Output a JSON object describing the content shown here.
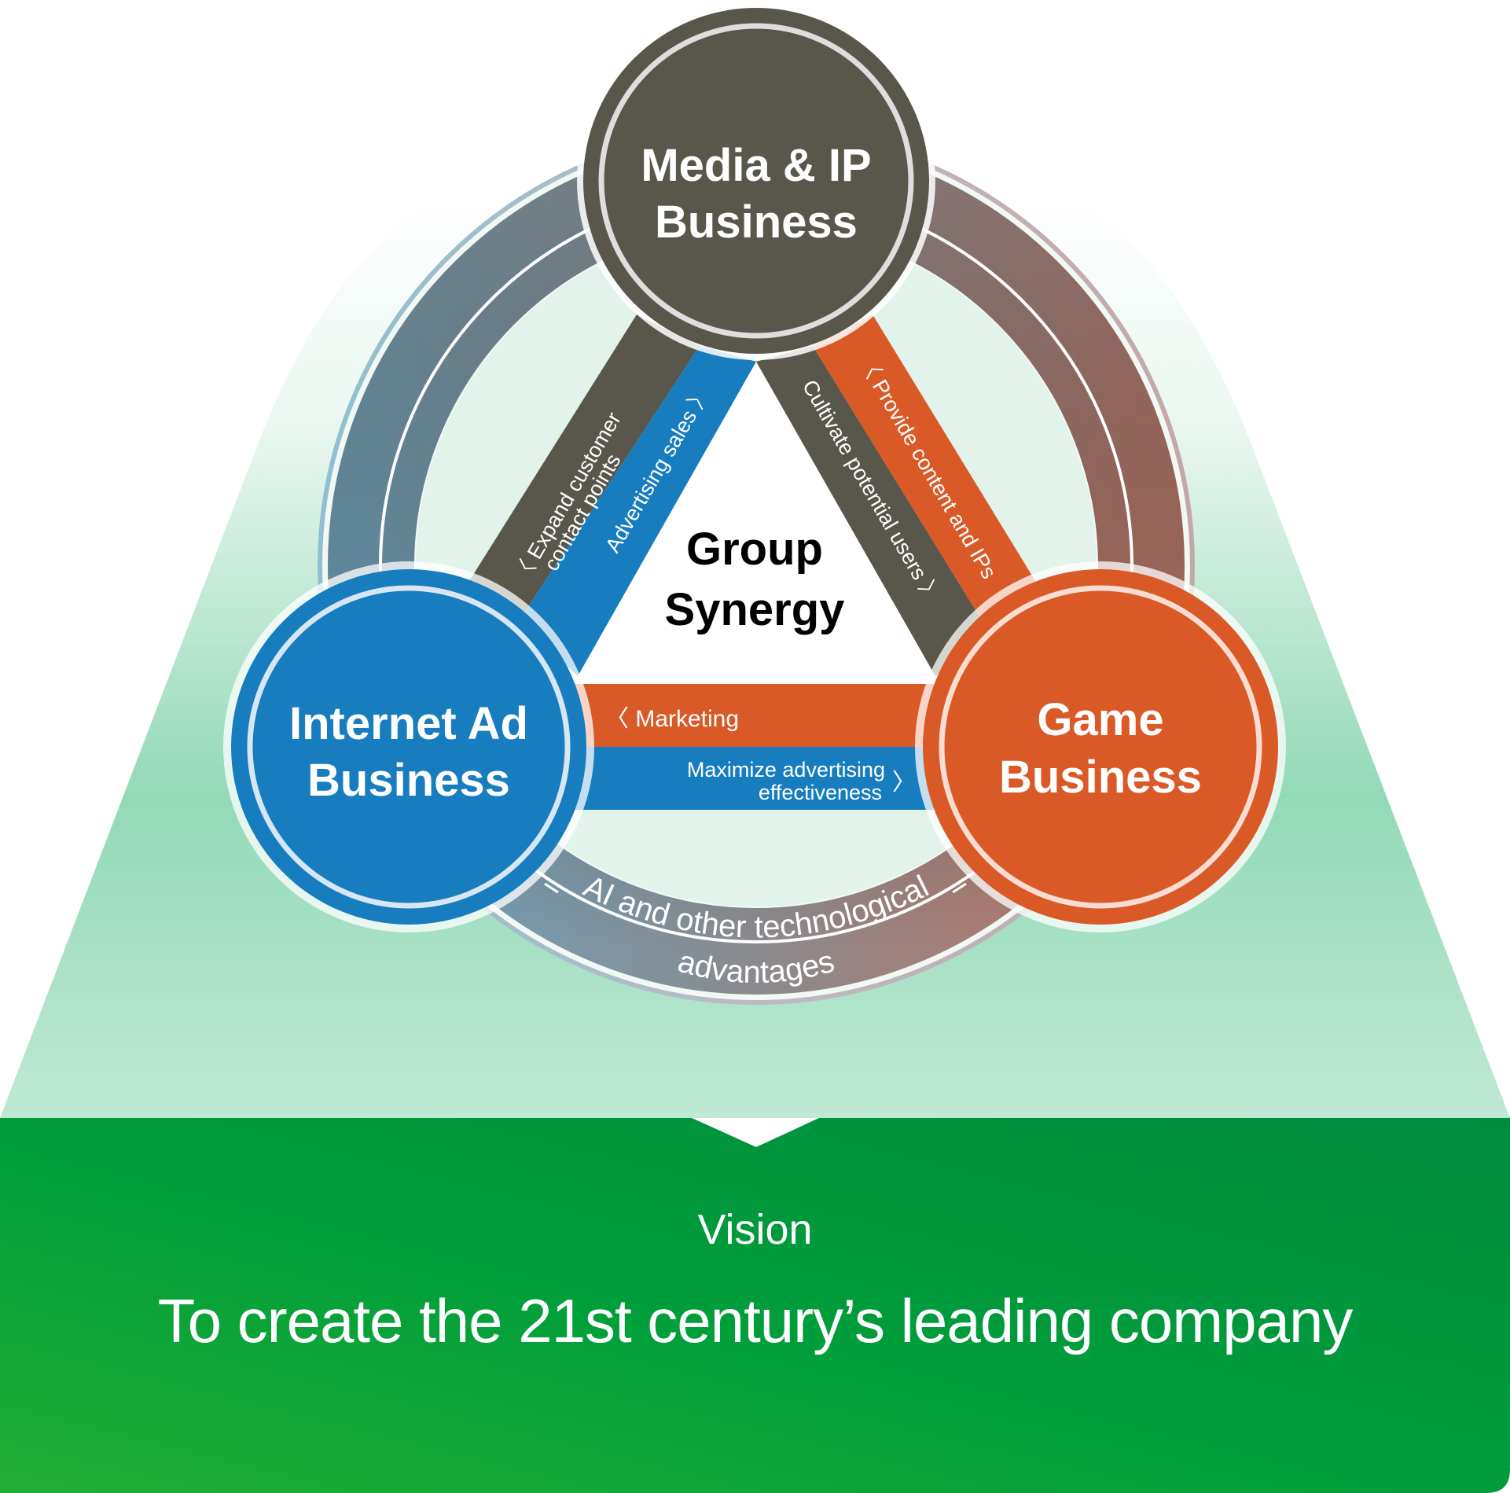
{
  "diagram": {
    "title": "Group Synergy",
    "center_label_line1": "Group",
    "center_label_line2": "Synergy",
    "businesses": [
      {
        "id": "media",
        "line1": "Media & IP",
        "line2": "Business",
        "color": "#59574b"
      },
      {
        "id": "internet-ad",
        "line1": "Internet Ad",
        "line2": "Business",
        "color": "#177dbf"
      },
      {
        "id": "game",
        "line1": "Game",
        "line2": "Business",
        "color": "#da5a27"
      }
    ],
    "connections": {
      "media_to_internet_ad": {
        "line1": "〈 Expand customer",
        "line2": "contact points"
      },
      "internet_ad_to_media": {
        "text": "Advertising sales 〉"
      },
      "media_to_game": {
        "text": "Cultivate potential users 〉"
      },
      "game_to_media": {
        "text": "〈 Provide content and IPs"
      },
      "game_to_internet_ad": {
        "text": "〈 Marketing"
      },
      "internet_ad_to_game": {
        "line1": "Maximize advertising",
        "line2": "effectiveness",
        "arrow": "〉"
      }
    },
    "ring_label": {
      "line1": "AI and other technological",
      "line2": "advantages"
    },
    "colors": {
      "ring_left": "#6fa6bf",
      "ring_right": "#bf7565",
      "ring_top": "#7a7a7a",
      "mint_top": "#ffffff",
      "mint_bottom": "#bde8d4",
      "vision_green_left": "#1eaa36",
      "vision_green_right": "#008a3e"
    }
  },
  "vision": {
    "label": "Vision",
    "statement": "To create the 21st century’s leading company"
  }
}
